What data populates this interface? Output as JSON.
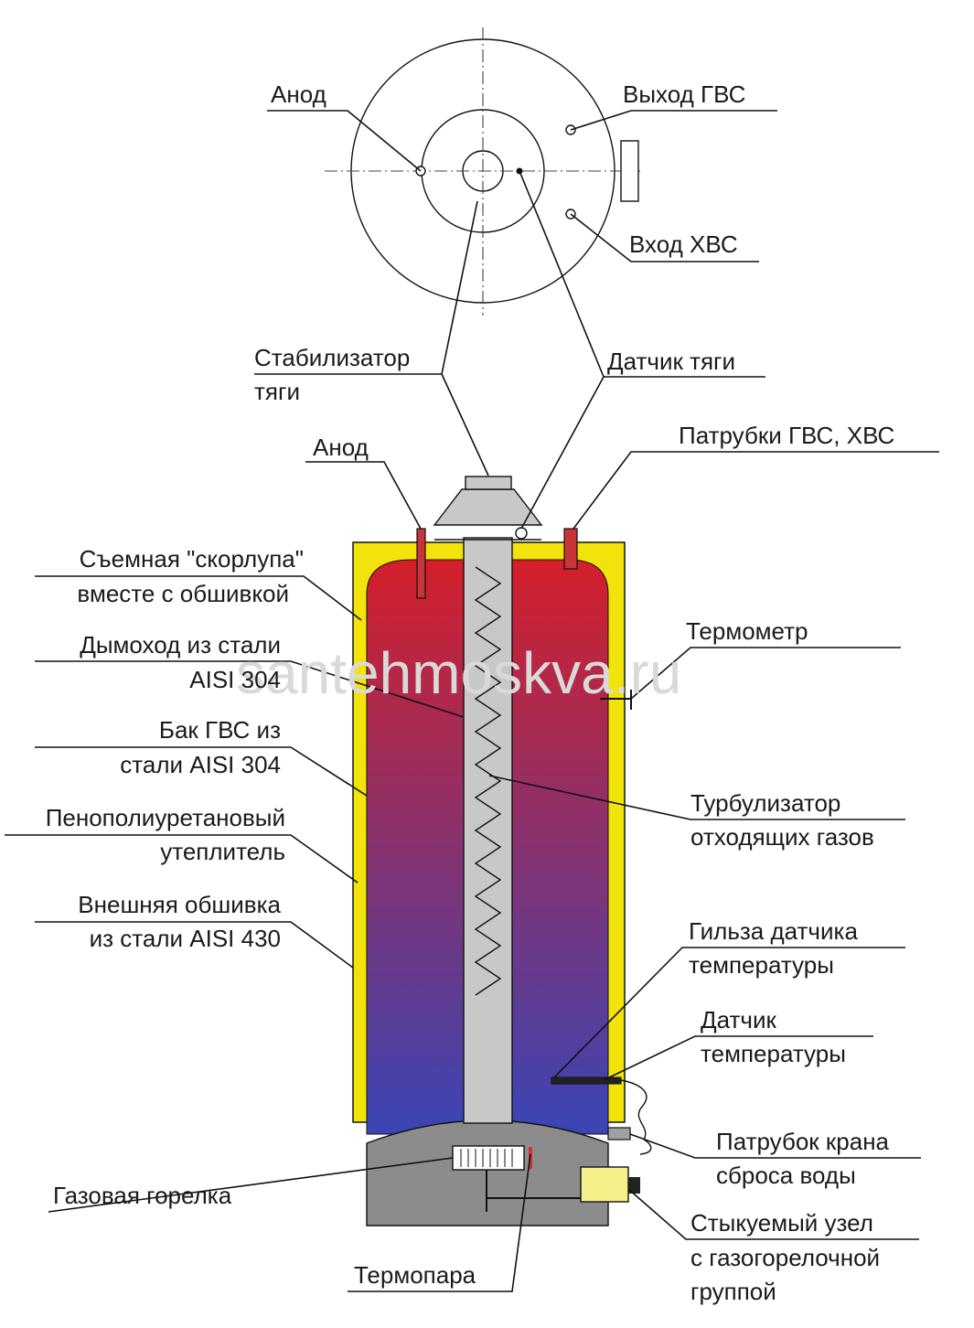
{
  "watermark": "santehmoskva.ru",
  "labels": {
    "anode_top": "Анод",
    "hot_out": "Выход ГВС",
    "cold_in": "Вход ХВС",
    "draft_stab_1": "Стабилизатор",
    "draft_stab_2": "тяги",
    "draft_sensor": "Датчик тяги",
    "anode_side": "Анод",
    "pipes": "Патрубки ГВС, ХВС",
    "shell_1": "Съемная \"скорлупа\"",
    "shell_2": "вместе с обшивкой",
    "flue_1": "Дымоход из стали",
    "flue_2": "AISI 304",
    "tank_1": "Бак ГВС  из",
    "tank_2": "стали AISI 304",
    "insul_1": "Пенополиуретановый",
    "insul_2": "утеплитель",
    "outer_1": "Внешняя обшивка",
    "outer_2": "из стали AISI 430",
    "burner": "Газовая горелка",
    "thermocouple": "Термопара",
    "thermometer": "Термометр",
    "turb_1": "Турбулизатор",
    "turb_2": "отходящих газов",
    "sleeve_1": "Гильза датчика",
    "sleeve_2": "температуры",
    "tsensor_1": "Датчик",
    "tsensor_2": "температуры",
    "drain_1": "Патрубок крана",
    "drain_2": "сброса воды",
    "unit_1": "Стыкуемый узел",
    "unit_2": "с газогорелочной",
    "unit_3": "группой"
  },
  "colors": {
    "tank_top": "#d41f2a",
    "tank_bottom": "#3a45b5",
    "insulation": "#f2e30a",
    "flue": "#c8c8c8",
    "chamber": "#8c8c8c",
    "gas_unit": "#f6f08a"
  }
}
